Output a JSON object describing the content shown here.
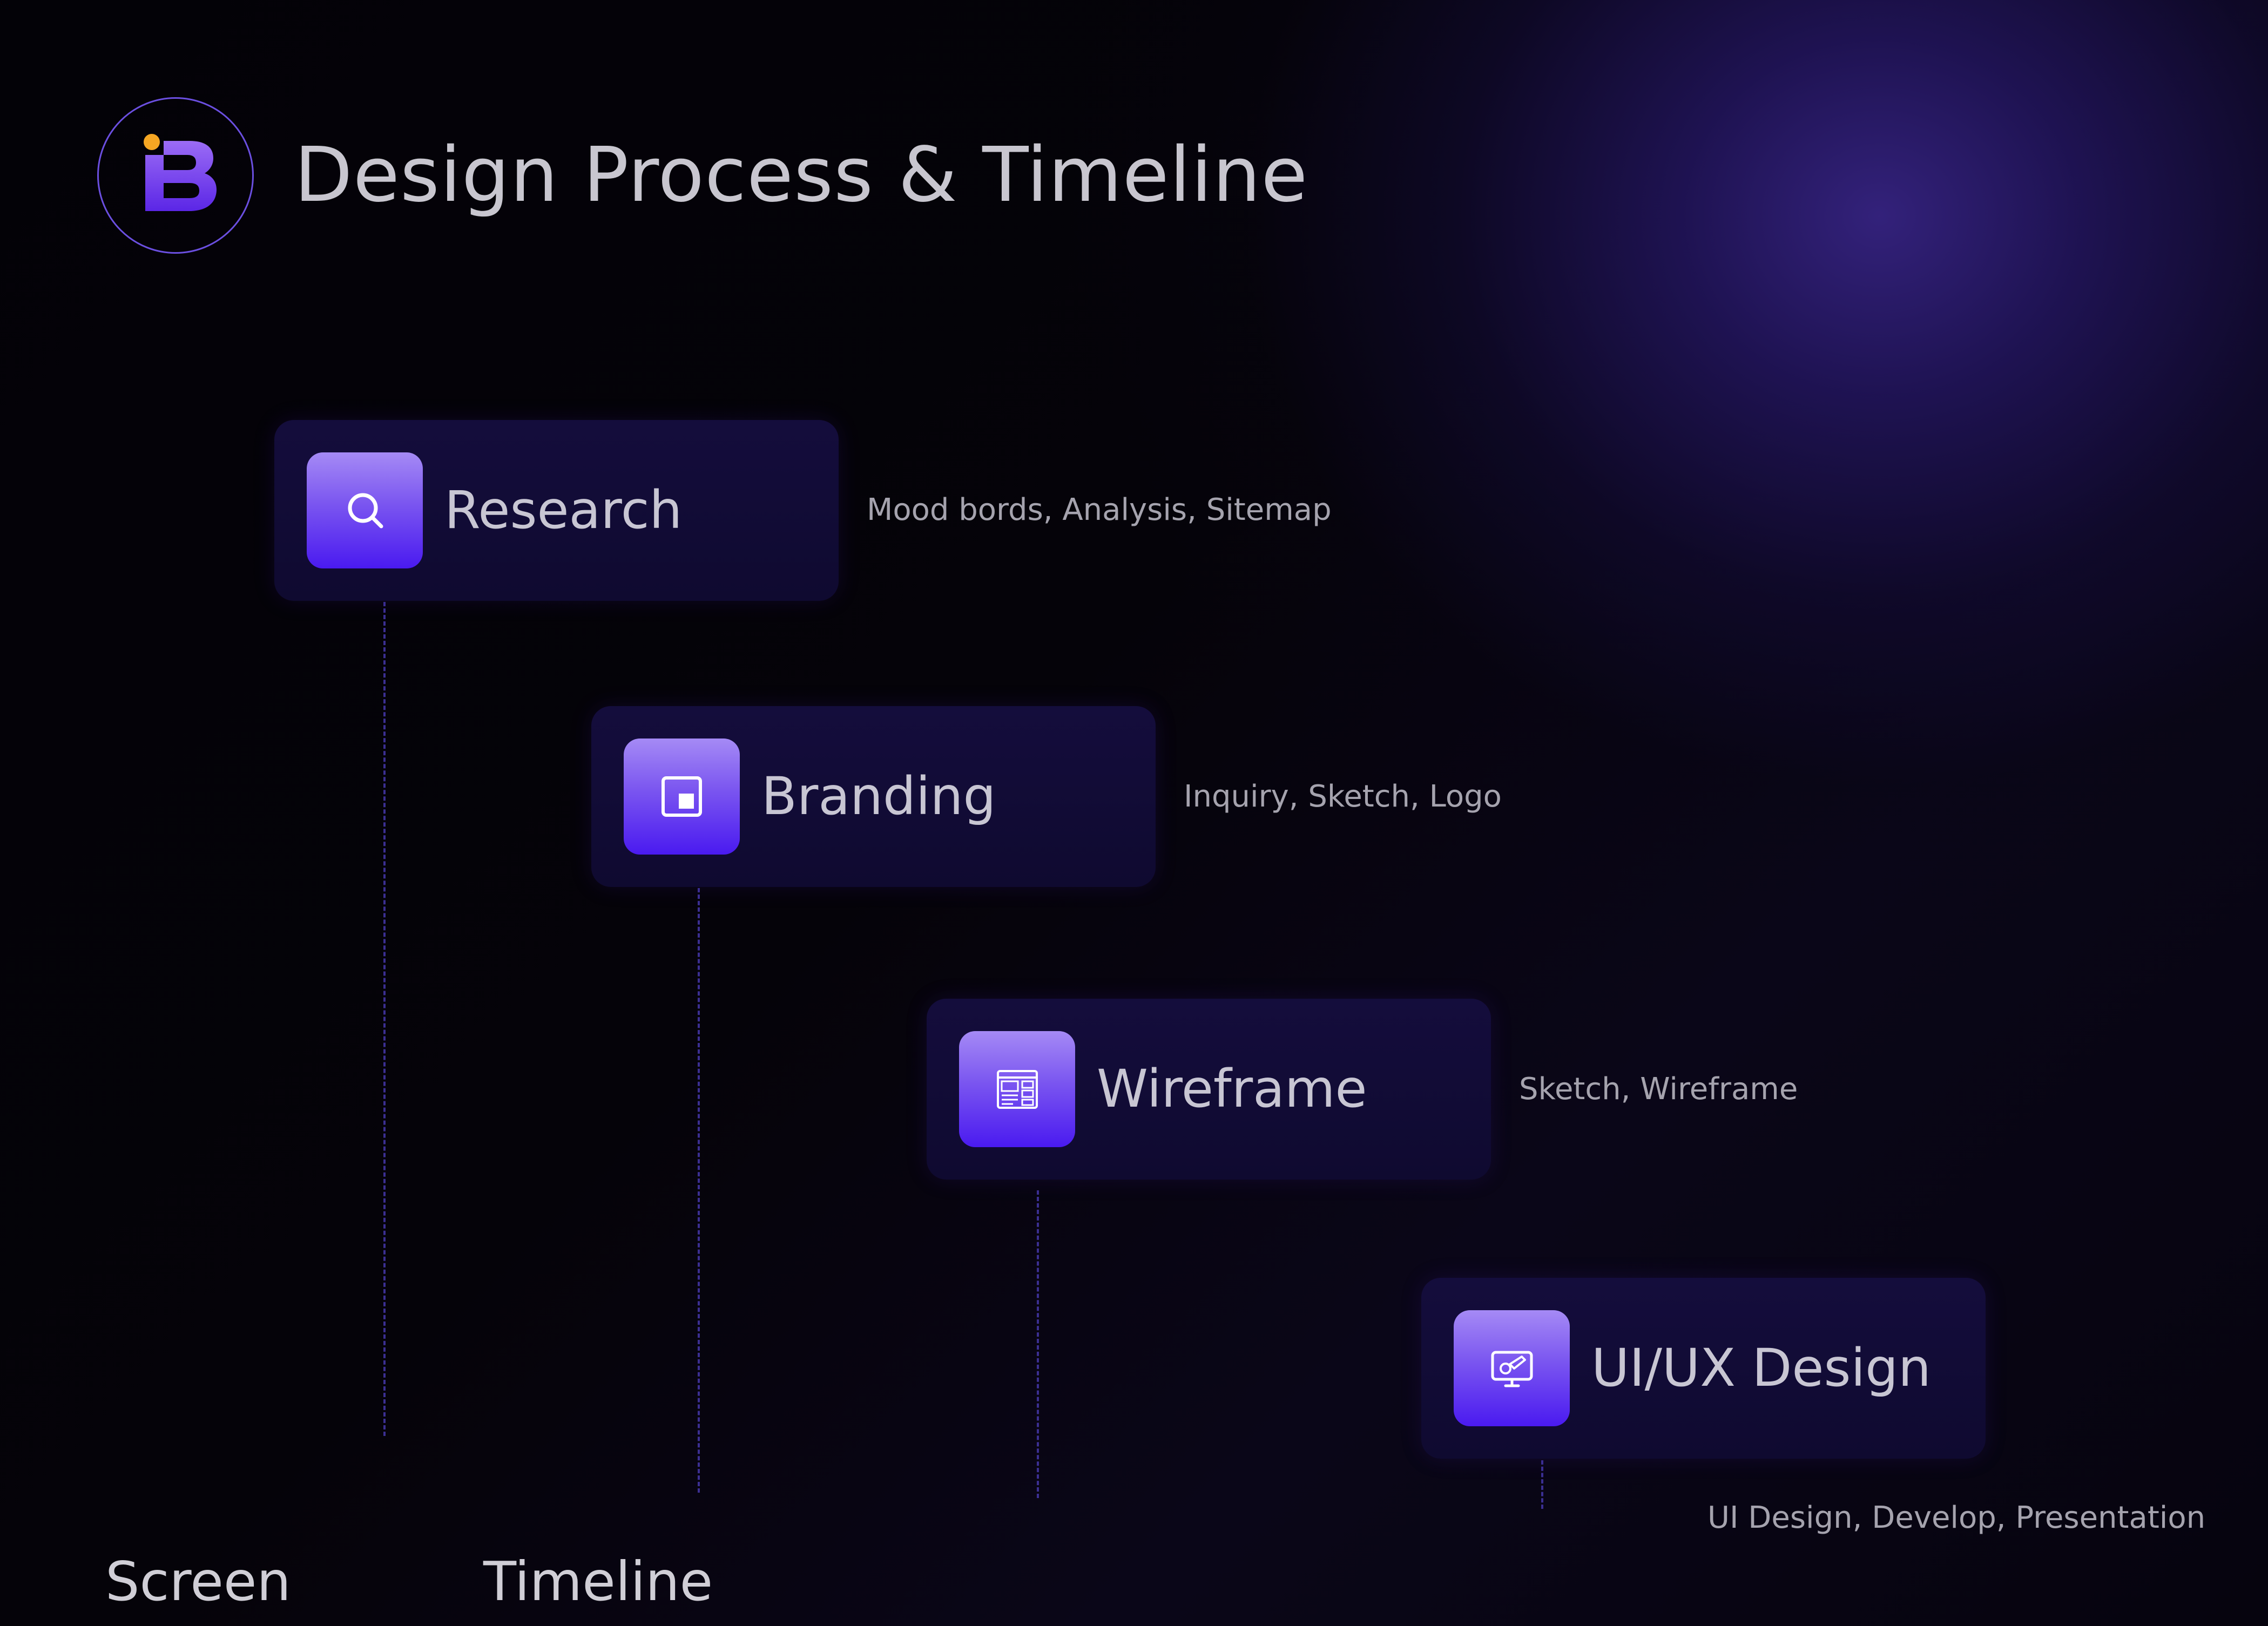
{
  "header": {
    "title": "Design Process & Timeline"
  },
  "colors": {
    "accent": "#6b4fe0",
    "icon_gradient_top": "#a58af5",
    "icon_gradient_bottom": "#4a1af0",
    "logo_dot": "#f5a623",
    "card_background": "#120c36",
    "timeline_line": "#3b2f92"
  },
  "steps": [
    {
      "label": "Research",
      "details": "Mood bords, Analysis, Sitemap",
      "icon": "search-icon"
    },
    {
      "label": "Branding",
      "details": "Inquiry, Sketch, Logo",
      "icon": "picture-in-picture-icon"
    },
    {
      "label": "Wireframe",
      "details": "Sketch, Wireframe",
      "icon": "wireframe-icon"
    },
    {
      "label": "UI/UX Design",
      "details": "UI Design, Develop, Presentation",
      "icon": "design-monitor-icon"
    }
  ],
  "footer": {
    "screen_label": "Screen",
    "timeline_label": "Timeline"
  }
}
